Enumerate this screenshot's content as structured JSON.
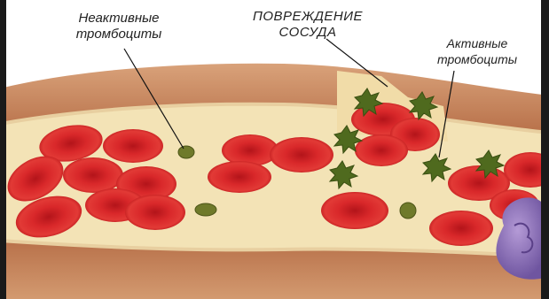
{
  "labels": {
    "inactive_platelets": {
      "line1": "Неактивные",
      "line2": "тромбоциты"
    },
    "vessel_damage": {
      "line1": "ПОВРЕЖДЕНИЕ",
      "line2": "СОСУДА"
    },
    "active_platelets": {
      "line1": "Активные",
      "line2": "тромбоциты"
    }
  },
  "colors": {
    "vessel_wall": "#c98a5e",
    "vessel_wall_dark": "#a8623d",
    "lumen": "#f5e7bd",
    "red_cell": "#d41c1f",
    "red_cell_center": "#b80f14",
    "inactive_platelet": "#6f7a2a",
    "active_platelet": "#4f6a1e",
    "white_cell": "#8b6fb8"
  }
}
